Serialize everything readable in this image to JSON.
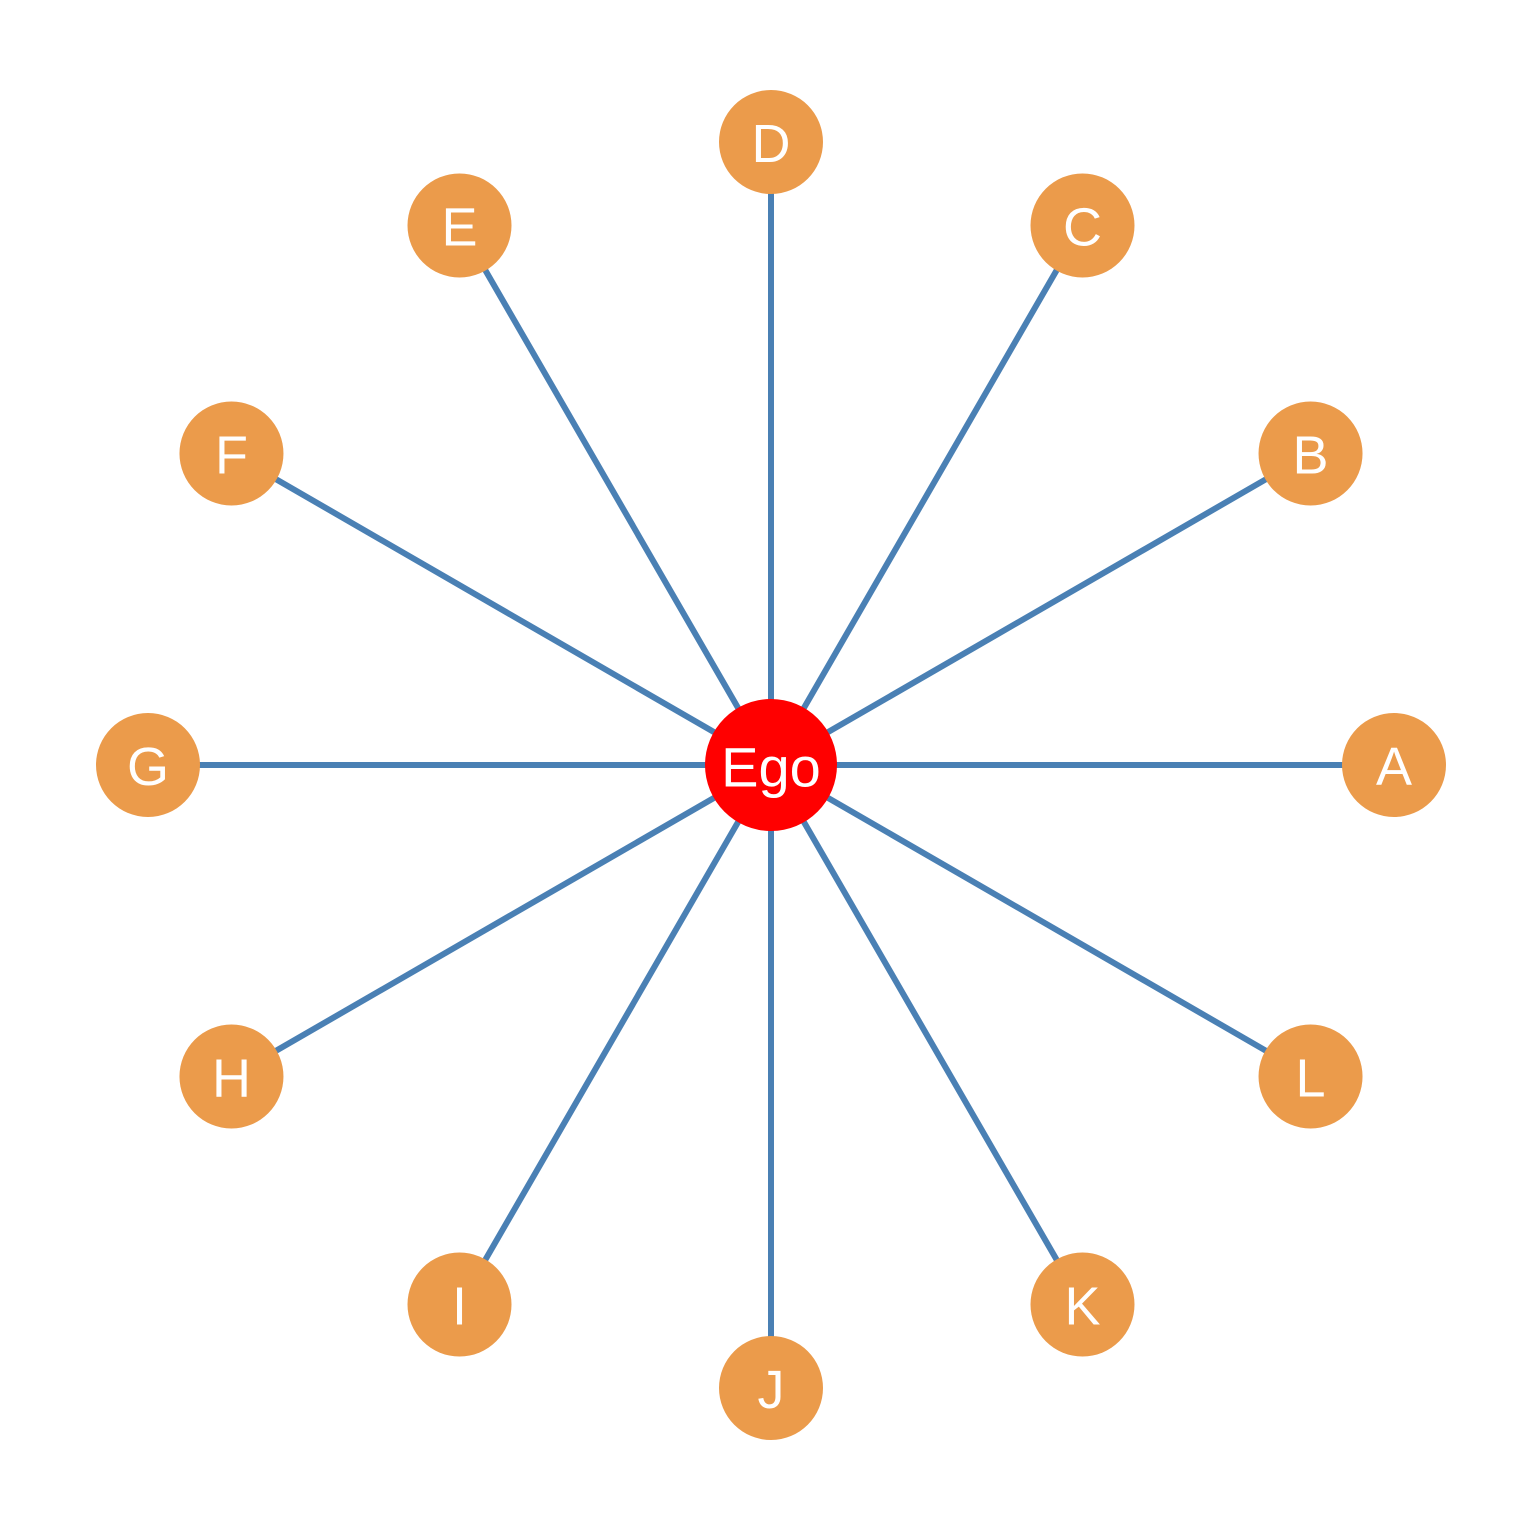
{
  "colors": {
    "background": "#ffffff",
    "edge": "#4a80b4",
    "ego_fill": "#ff0000",
    "node_fill": "#eb9b4b",
    "label_text": "#ffffff"
  },
  "ego": {
    "label": "Ego"
  },
  "alters": [
    {
      "label": "A"
    },
    {
      "label": "B"
    },
    {
      "label": "C"
    },
    {
      "label": "D"
    },
    {
      "label": "E"
    },
    {
      "label": "F"
    },
    {
      "label": "G"
    },
    {
      "label": "H"
    },
    {
      "label": "I"
    },
    {
      "label": "J"
    },
    {
      "label": "K"
    },
    {
      "label": "L"
    }
  ],
  "edges": [
    {
      "from": "Ego",
      "to": "A"
    },
    {
      "from": "Ego",
      "to": "B"
    },
    {
      "from": "Ego",
      "to": "C"
    },
    {
      "from": "Ego",
      "to": "D"
    },
    {
      "from": "Ego",
      "to": "E"
    },
    {
      "from": "Ego",
      "to": "F"
    },
    {
      "from": "Ego",
      "to": "G"
    },
    {
      "from": "Ego",
      "to": "H"
    },
    {
      "from": "Ego",
      "to": "I"
    },
    {
      "from": "Ego",
      "to": "J"
    },
    {
      "from": "Ego",
      "to": "K"
    },
    {
      "from": "Ego",
      "to": "L"
    }
  ]
}
